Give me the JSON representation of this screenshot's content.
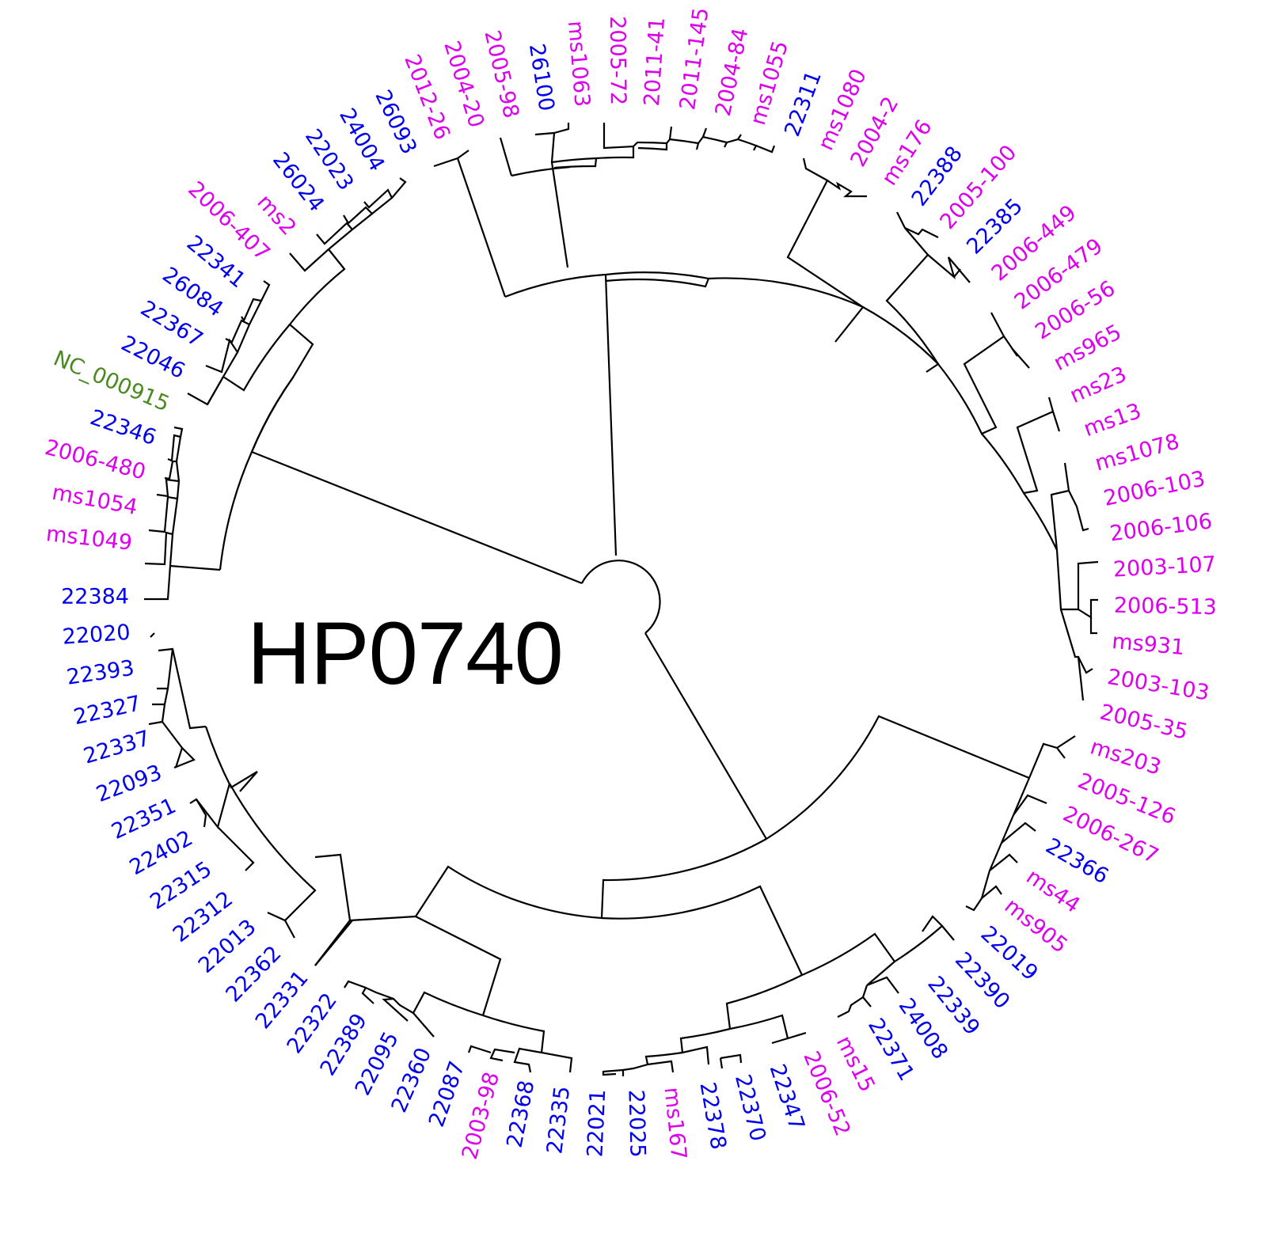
{
  "title": "HP0740",
  "colors": {
    "blue_group": "#0000ee",
    "magenta_group": "#dd00ee",
    "reference": "#4a8a20",
    "branch": "#000000"
  },
  "chart_data": {
    "type": "circular-phylogenetic-tree",
    "title": "HP0740",
    "center": [
      785,
      755
    ],
    "label_radius": 622,
    "start_angle_deg": 180,
    "leaves": [
      {
        "label": "22384",
        "group": "blue_group"
      },
      {
        "label": "22020",
        "group": "blue_group"
      },
      {
        "label": "22393",
        "group": "blue_group"
      },
      {
        "label": "22327",
        "group": "blue_group"
      },
      {
        "label": "22337",
        "group": "blue_group"
      },
      {
        "label": "22093",
        "group": "blue_group"
      },
      {
        "label": "22351",
        "group": "blue_group"
      },
      {
        "label": "22402",
        "group": "blue_group"
      },
      {
        "label": "22315",
        "group": "blue_group"
      },
      {
        "label": "22312",
        "group": "blue_group"
      },
      {
        "label": "22013",
        "group": "blue_group"
      },
      {
        "label": "22362",
        "group": "blue_group"
      },
      {
        "label": "22331",
        "group": "blue_group"
      },
      {
        "label": "22322",
        "group": "blue_group"
      },
      {
        "label": "22389",
        "group": "blue_group"
      },
      {
        "label": "22095",
        "group": "blue_group"
      },
      {
        "label": "22360",
        "group": "blue_group"
      },
      {
        "label": "22087",
        "group": "blue_group"
      },
      {
        "label": "2003-98",
        "group": "magenta_group"
      },
      {
        "label": "22368",
        "group": "blue_group"
      },
      {
        "label": "22335",
        "group": "blue_group"
      },
      {
        "label": "22021",
        "group": "blue_group"
      },
      {
        "label": "22025",
        "group": "blue_group"
      },
      {
        "label": "ms167",
        "group": "magenta_group"
      },
      {
        "label": "22378",
        "group": "blue_group"
      },
      {
        "label": "22370",
        "group": "blue_group"
      },
      {
        "label": "22347",
        "group": "blue_group"
      },
      {
        "label": "2006-52",
        "group": "magenta_group"
      },
      {
        "label": "ms15",
        "group": "magenta_group"
      },
      {
        "label": "22371",
        "group": "blue_group"
      },
      {
        "label": "24008",
        "group": "blue_group"
      },
      {
        "label": "22339",
        "group": "blue_group"
      },
      {
        "label": "22390",
        "group": "blue_group"
      },
      {
        "label": "22019",
        "group": "blue_group"
      },
      {
        "label": "ms905",
        "group": "magenta_group"
      },
      {
        "label": "ms44",
        "group": "magenta_group"
      },
      {
        "label": "22366",
        "group": "blue_group"
      },
      {
        "label": "2006-267",
        "group": "magenta_group"
      },
      {
        "label": "2005-126",
        "group": "magenta_group"
      },
      {
        "label": "ms203",
        "group": "magenta_group"
      },
      {
        "label": "2005-35",
        "group": "magenta_group"
      },
      {
        "label": "2003-103",
        "group": "magenta_group"
      },
      {
        "label": "ms931",
        "group": "magenta_group"
      },
      {
        "label": "2006-513",
        "group": "magenta_group"
      },
      {
        "label": "2003-107",
        "group": "magenta_group"
      },
      {
        "label": "2006-106",
        "group": "magenta_group"
      },
      {
        "label": "2006-103",
        "group": "magenta_group"
      },
      {
        "label": "ms1078",
        "group": "magenta_group"
      },
      {
        "label": "ms13",
        "group": "magenta_group"
      },
      {
        "label": "ms23",
        "group": "magenta_group"
      },
      {
        "label": "ms965",
        "group": "magenta_group"
      },
      {
        "label": "2006-56",
        "group": "magenta_group"
      },
      {
        "label": "2006-479",
        "group": "magenta_group"
      },
      {
        "label": "2006-449",
        "group": "magenta_group"
      },
      {
        "label": "22385",
        "group": "blue_group"
      },
      {
        "label": "2005-100",
        "group": "magenta_group"
      },
      {
        "label": "22388",
        "group": "blue_group"
      },
      {
        "label": "ms176",
        "group": "magenta_group"
      },
      {
        "label": "2004-2",
        "group": "magenta_group"
      },
      {
        "label": "ms1080",
        "group": "magenta_group"
      },
      {
        "label": "22311",
        "group": "blue_group"
      },
      {
        "label": "ms1055",
        "group": "magenta_group"
      },
      {
        "label": "2004-84",
        "group": "magenta_group"
      },
      {
        "label": "2011-145",
        "group": "magenta_group"
      },
      {
        "label": "2011-41",
        "group": "magenta_group"
      },
      {
        "label": "2005-72",
        "group": "magenta_group"
      },
      {
        "label": "ms1063",
        "group": "magenta_group"
      },
      {
        "label": "26100",
        "group": "blue_group"
      },
      {
        "label": "2005-98",
        "group": "magenta_group"
      },
      {
        "label": "2004-20",
        "group": "magenta_group"
      },
      {
        "label": "2012-26",
        "group": "magenta_group"
      },
      {
        "label": "26093",
        "group": "blue_group"
      },
      {
        "label": "24004",
        "group": "blue_group"
      },
      {
        "label": "22023",
        "group": "blue_group"
      },
      {
        "label": "26024",
        "group": "blue_group"
      },
      {
        "label": "ms2",
        "group": "magenta_group"
      },
      {
        "label": "2006-407",
        "group": "magenta_group"
      },
      {
        "label": "22341",
        "group": "blue_group"
      },
      {
        "label": "26084",
        "group": "blue_group"
      },
      {
        "label": "22367",
        "group": "blue_group"
      },
      {
        "label": "22046",
        "group": "blue_group"
      },
      {
        "label": "NC_000915",
        "group": "reference"
      },
      {
        "label": "22346",
        "group": "blue_group"
      },
      {
        "label": "2006-480",
        "group": "magenta_group"
      },
      {
        "label": "ms1054",
        "group": "magenta_group"
      },
      {
        "label": "ms1049",
        "group": "magenta_group"
      }
    ]
  }
}
